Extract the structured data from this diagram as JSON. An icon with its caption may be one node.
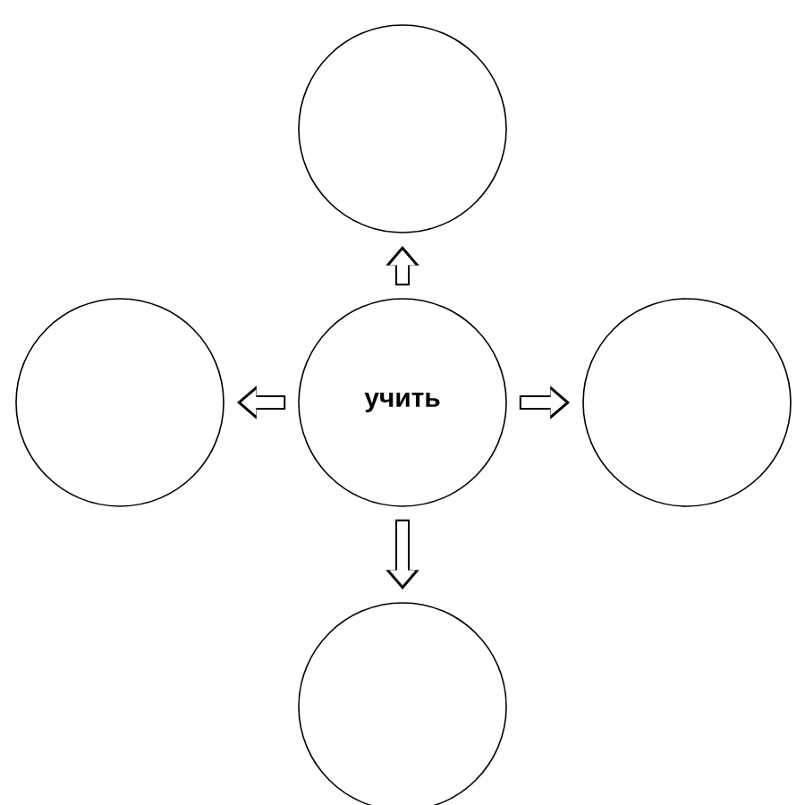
{
  "diagram": {
    "nodes": [
      {
        "text": [],
        "shape": "circle"
      },
      {
        "text": [],
        "shape": "circle"
      },
      {
        "text": [
          "учить"
        ]
      },
      {
        "text": [],
        "shape": "circle"
      },
      {
        "text": [],
        "shape": "circle"
      }
    ],
    "edges": [
      {
        "from": 2,
        "to": 0,
        "arrow": "to"
      },
      {
        "from": 2,
        "to": 1,
        "arrow": "to"
      },
      {
        "from": 2,
        "to": 3,
        "arrow": "to"
      },
      {
        "from": 2,
        "to": 4,
        "arrow": "to"
      }
    ]
  }
}
